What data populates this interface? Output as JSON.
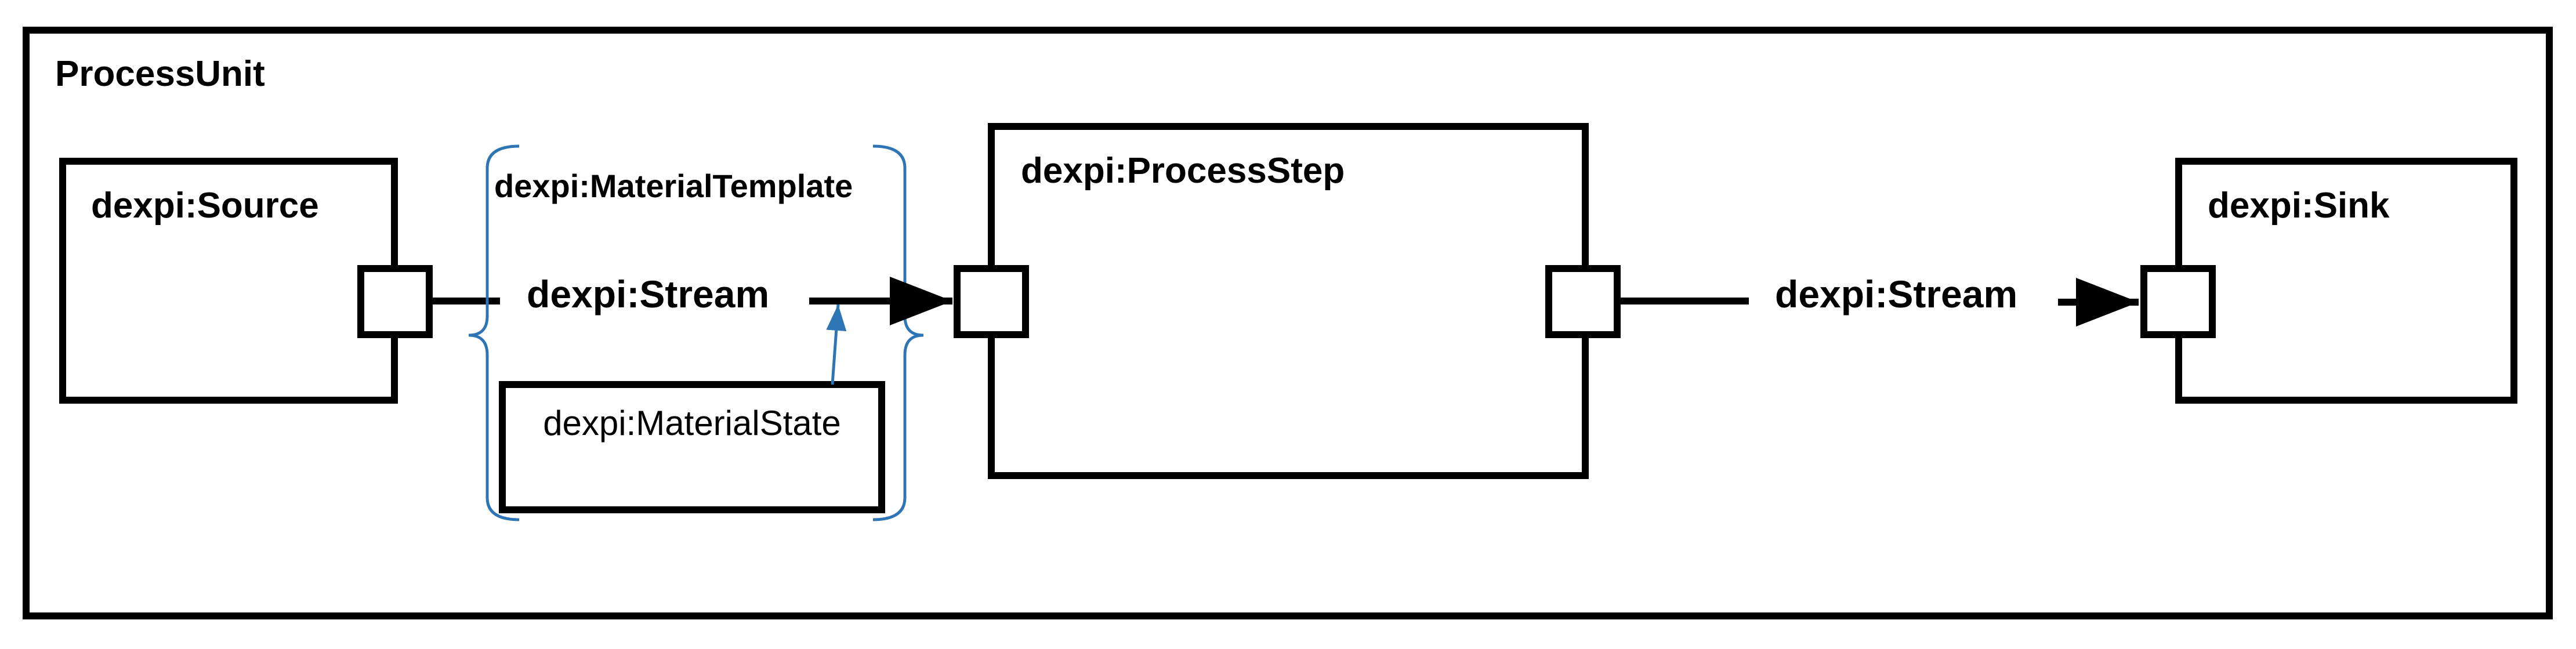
{
  "container": {
    "title": "ProcessUnit"
  },
  "source": {
    "label": "dexpi:Source"
  },
  "material_template": {
    "label": "dexpi:MaterialTemplate"
  },
  "stream_1": {
    "label": "dexpi:Stream"
  },
  "material_state": {
    "label": "dexpi:MaterialState"
  },
  "process_step": {
    "label": "dexpi:ProcessStep"
  },
  "stream_2": {
    "label": "dexpi:Stream"
  },
  "sink": {
    "label": "dexpi:Sink"
  },
  "colors": {
    "line": "#000000",
    "bracket": "#2E75B6",
    "arrow_blue": "#2E75B6",
    "background": "#FFFFFF"
  }
}
